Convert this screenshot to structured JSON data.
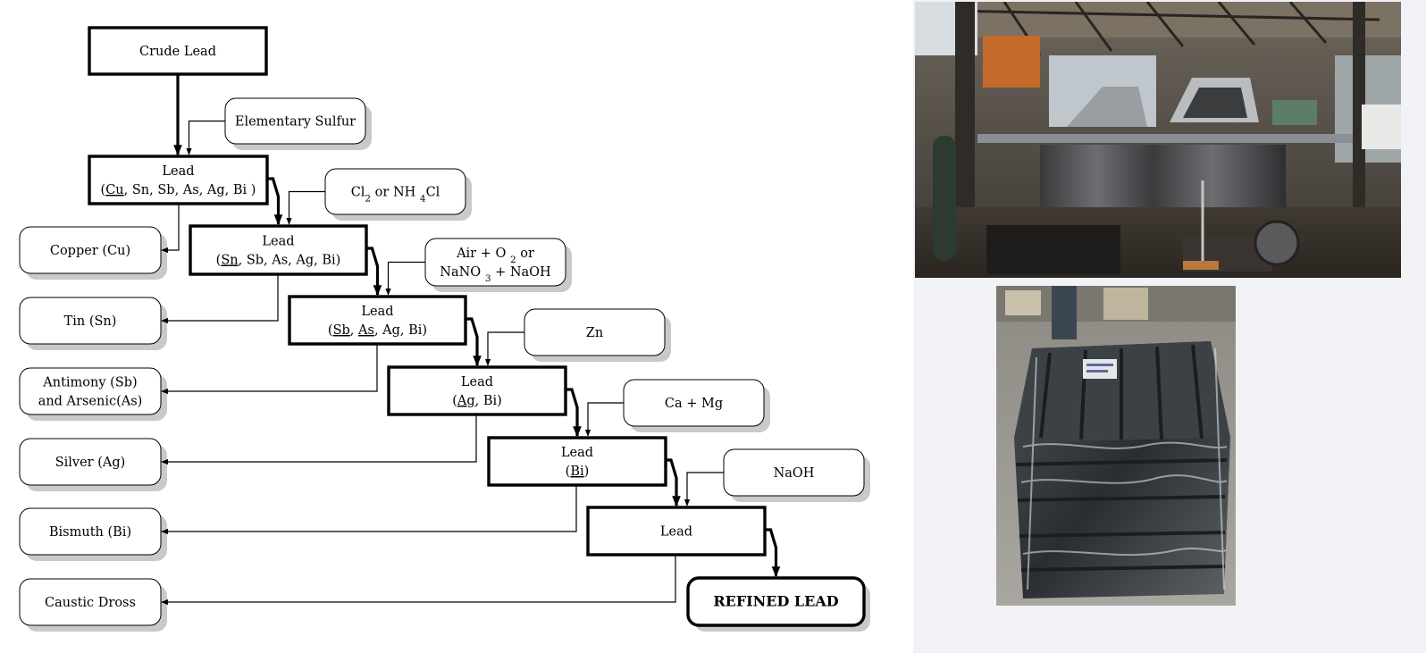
{
  "flowchart": {
    "main_steps": [
      {
        "id": "crude",
        "lines": [
          "Crude Lead"
        ]
      },
      {
        "id": "s1",
        "lines": [
          "Lead",
          "(Cu, Sn, Sb, As, Ag, Bi )"
        ],
        "underline": [
          "Cu"
        ]
      },
      {
        "id": "s2",
        "lines": [
          "Lead",
          "(Sn, Sb, As, Ag, Bi)"
        ],
        "underline": [
          "Sn"
        ]
      },
      {
        "id": "s3",
        "lines": [
          "Lead",
          "(Sb, As, Ag, Bi)"
        ],
        "underline": [
          "Sb",
          "As"
        ]
      },
      {
        "id": "s4",
        "lines": [
          "Lead",
          "(Ag, Bi)"
        ],
        "underline": [
          "Ag"
        ]
      },
      {
        "id": "s5",
        "lines": [
          "Lead",
          "(Bi)"
        ],
        "underline": [
          "Bi"
        ]
      },
      {
        "id": "s6",
        "lines": [
          "Lead"
        ]
      },
      {
        "id": "final",
        "lines": [
          "REFINED LEAD"
        ]
      }
    ],
    "reagents": [
      {
        "id": "r1",
        "lines": [
          "Elementary Sulfur"
        ]
      },
      {
        "id": "r2",
        "lines": [
          "Cl2 or NH4Cl"
        ],
        "rich": [
          {
            "t": "Cl"
          },
          {
            "t": "2",
            "sub": true
          },
          {
            "t": " or NH "
          },
          {
            "t": "4",
            "sub": true
          },
          {
            "t": "Cl"
          }
        ]
      },
      {
        "id": "r3",
        "lines": [
          "Air + O2 or",
          "NaNO3 + NaOH"
        ],
        "rich_lines": [
          [
            {
              "t": "Air + O "
            },
            {
              "t": "2",
              "sub": true
            },
            {
              "t": " or"
            }
          ],
          [
            {
              "t": "NaNO "
            },
            {
              "t": "3",
              "sub": true
            },
            {
              "t": " + NaOH"
            }
          ]
        ]
      },
      {
        "id": "r4",
        "lines": [
          "Zn"
        ]
      },
      {
        "id": "r5",
        "lines": [
          "Ca + Mg"
        ]
      },
      {
        "id": "r6",
        "lines": [
          "NaOH"
        ]
      }
    ],
    "byproducts": [
      {
        "id": "b1",
        "lines": [
          "Copper (Cu)"
        ]
      },
      {
        "id": "b2",
        "lines": [
          "Tin (Sn)"
        ]
      },
      {
        "id": "b3",
        "lines": [
          "Antimony (Sb)",
          "and Arsenic(As)"
        ]
      },
      {
        "id": "b4",
        "lines": [
          "Silver (Ag)"
        ]
      },
      {
        "id": "b5",
        "lines": [
          "Bismuth (Bi)"
        ]
      },
      {
        "id": "b6",
        "lines": [
          "Caustic Dross"
        ]
      }
    ]
  },
  "photos": [
    {
      "id": "refinery-kettles-photo",
      "subject": "refining kettles in plant"
    },
    {
      "id": "lead-ingots-photo",
      "subject": "wrapped pallet of lead ingots"
    }
  ],
  "colors": {
    "line": "#000000",
    "box_fill": "#ffffff",
    "shadow": "#c9c9c9",
    "panel": "#f1f2f6"
  }
}
